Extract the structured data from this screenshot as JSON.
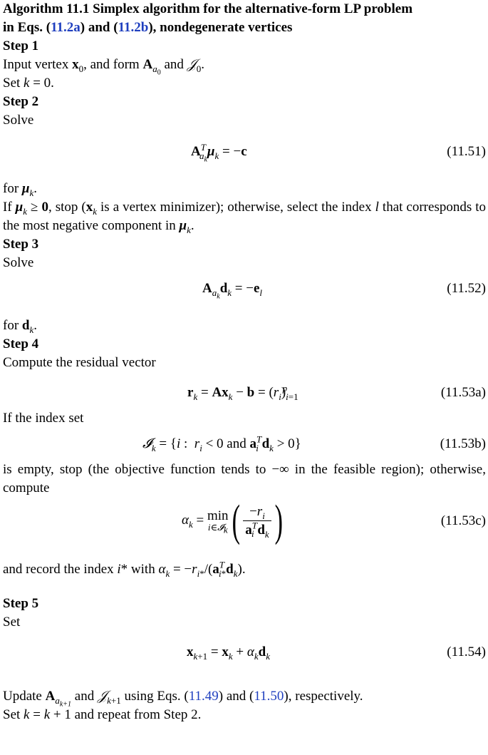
{
  "title": {
    "prefix": "Algorithm 11.1  Simplex algorithm for the alternative-form LP problem",
    "line2_pre": "in Eqs. (",
    "ref1": "11.2a",
    "mid": ") and (",
    "ref2": "11.2b",
    "line2_post": "), nondegenerate vertices"
  },
  "steps": {
    "s1": "Step 1",
    "s2": "Step 2",
    "s3": "Step 3",
    "s4": "Step 4",
    "s5": "Step 5"
  },
  "text": {
    "input_vertex": "Input vertex ",
    "and_form": ", and form ",
    "and": " and ",
    "set_k0": "Set ",
    "k_eq_0": " = 0.",
    "solve": "Solve",
    "for": "for ",
    "if": "If ",
    "stop_vertex": ", stop (",
    "is_vertex_min": " is a vertex minimizer); otherwise, select the index ",
    "that": " that",
    "corresponds": "corresponds to the most negative component in ",
    "compute_residual": "Compute the residual vector",
    "if_index_set": "If the index set",
    "is_empty": "is empty, stop (the objective function tends to −∞ in the feasible region);",
    "otherwise_compute": "otherwise, compute",
    "record_index": "and record the index ",
    "with": " with ",
    "set": "Set",
    "update": "Update ",
    "using_eqs": " using Eqs. (",
    "ref3": "11.49",
    "and_paren": ") and (",
    "ref4": "11.50",
    "respectively": "), respectively.",
    "set_k_repeat": "Set ",
    "repeat_tail": " and repeat from Step 2."
  },
  "equations": {
    "n1151": "(11.51)",
    "n1152": "(11.52)",
    "n1153a": "(11.53a)",
    "n1153b": "(11.53b)",
    "n1153c": "(11.53c)",
    "n1154": "(11.54)"
  },
  "colors": {
    "link": "#1f3fbf",
    "text": "#000000"
  }
}
